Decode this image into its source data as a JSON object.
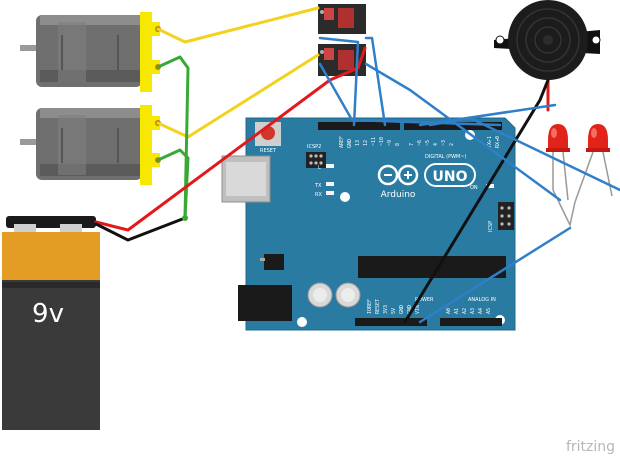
{
  "battery": {
    "label": "9v"
  },
  "board": {
    "reset_label": "RESET",
    "icsp2_label": "ICSP2",
    "icsp_label": "ICSP",
    "l_label": "L",
    "tx_label": "TX",
    "rx_label": "RX",
    "on_label": "ON",
    "logo_text": "Arduino",
    "uno_text": "UNO",
    "digital_label": "DIGITAL (PWM~)",
    "power_label": "POWER",
    "analog_label": "ANALOG IN",
    "aref_label": "AREF",
    "gnd_label": "GND",
    "ioref_label": "IOREF",
    "reset_pin_label": "RESET",
    "pin_3v3": "3V3",
    "pin_5v": "5V",
    "pin_gnd1": "GND",
    "pin_gnd2": "GND",
    "pin_vin": "VIN",
    "pin_a0": "A0",
    "pin_a1": "A1",
    "pin_a2": "A2",
    "pin_a3": "A3",
    "pin_a4": "A4",
    "pin_a5": "A5",
    "pin_13": "13",
    "pin_12": "12",
    "pin_11": "~11",
    "pin_10": "~10",
    "pin_9": "~9",
    "pin_8": "8",
    "pin_7": "7",
    "pin_6": "~6",
    "pin_5": "~5",
    "pin_4": "4",
    "pin_3": "~3",
    "pin_2": "2",
    "pin_tx1": "TX▸1",
    "pin_rx0": "RX◂0"
  },
  "watermark": {
    "text": "fritzing"
  },
  "colors": {
    "board": "#2a7ba2",
    "board_edge": "#1d6a8f",
    "wire_yellow": "#f2d21e",
    "wire_green": "#39a935",
    "wire_red": "#e3181a",
    "wire_black": "#111111",
    "wire_blue": "#2f7fc9",
    "motor_body": "#707070",
    "motor_cap": "#f6e800",
    "battery_top": "#e39c24",
    "battery_bottom": "#3a3a3a",
    "led": "#e2231a"
  }
}
